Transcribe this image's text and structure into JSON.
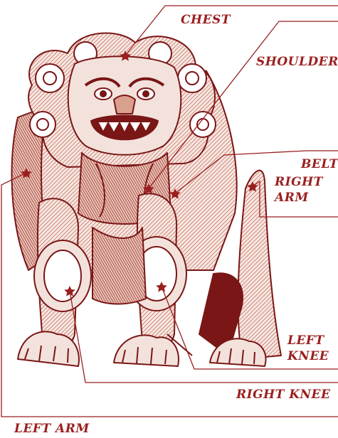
{
  "labels": {
    "chest": "CHEST",
    "shoulder": "SHOULDER",
    "belt": "BELT",
    "right_arm": [
      "RIGHT",
      "ARM"
    ],
    "left_knee": [
      "LEFT",
      "KNEE"
    ],
    "right_knee": "RIGHT KNEE",
    "left_arm": "LEFT ARM"
  },
  "colors": {
    "ink": "#9b1f1f",
    "hatch": "#b84a3a",
    "fill_light": "#f3e2dc",
    "fill_mid": "#d9a08e",
    "fill_dark": "#7a1616"
  },
  "marker_icon": "star-icon"
}
